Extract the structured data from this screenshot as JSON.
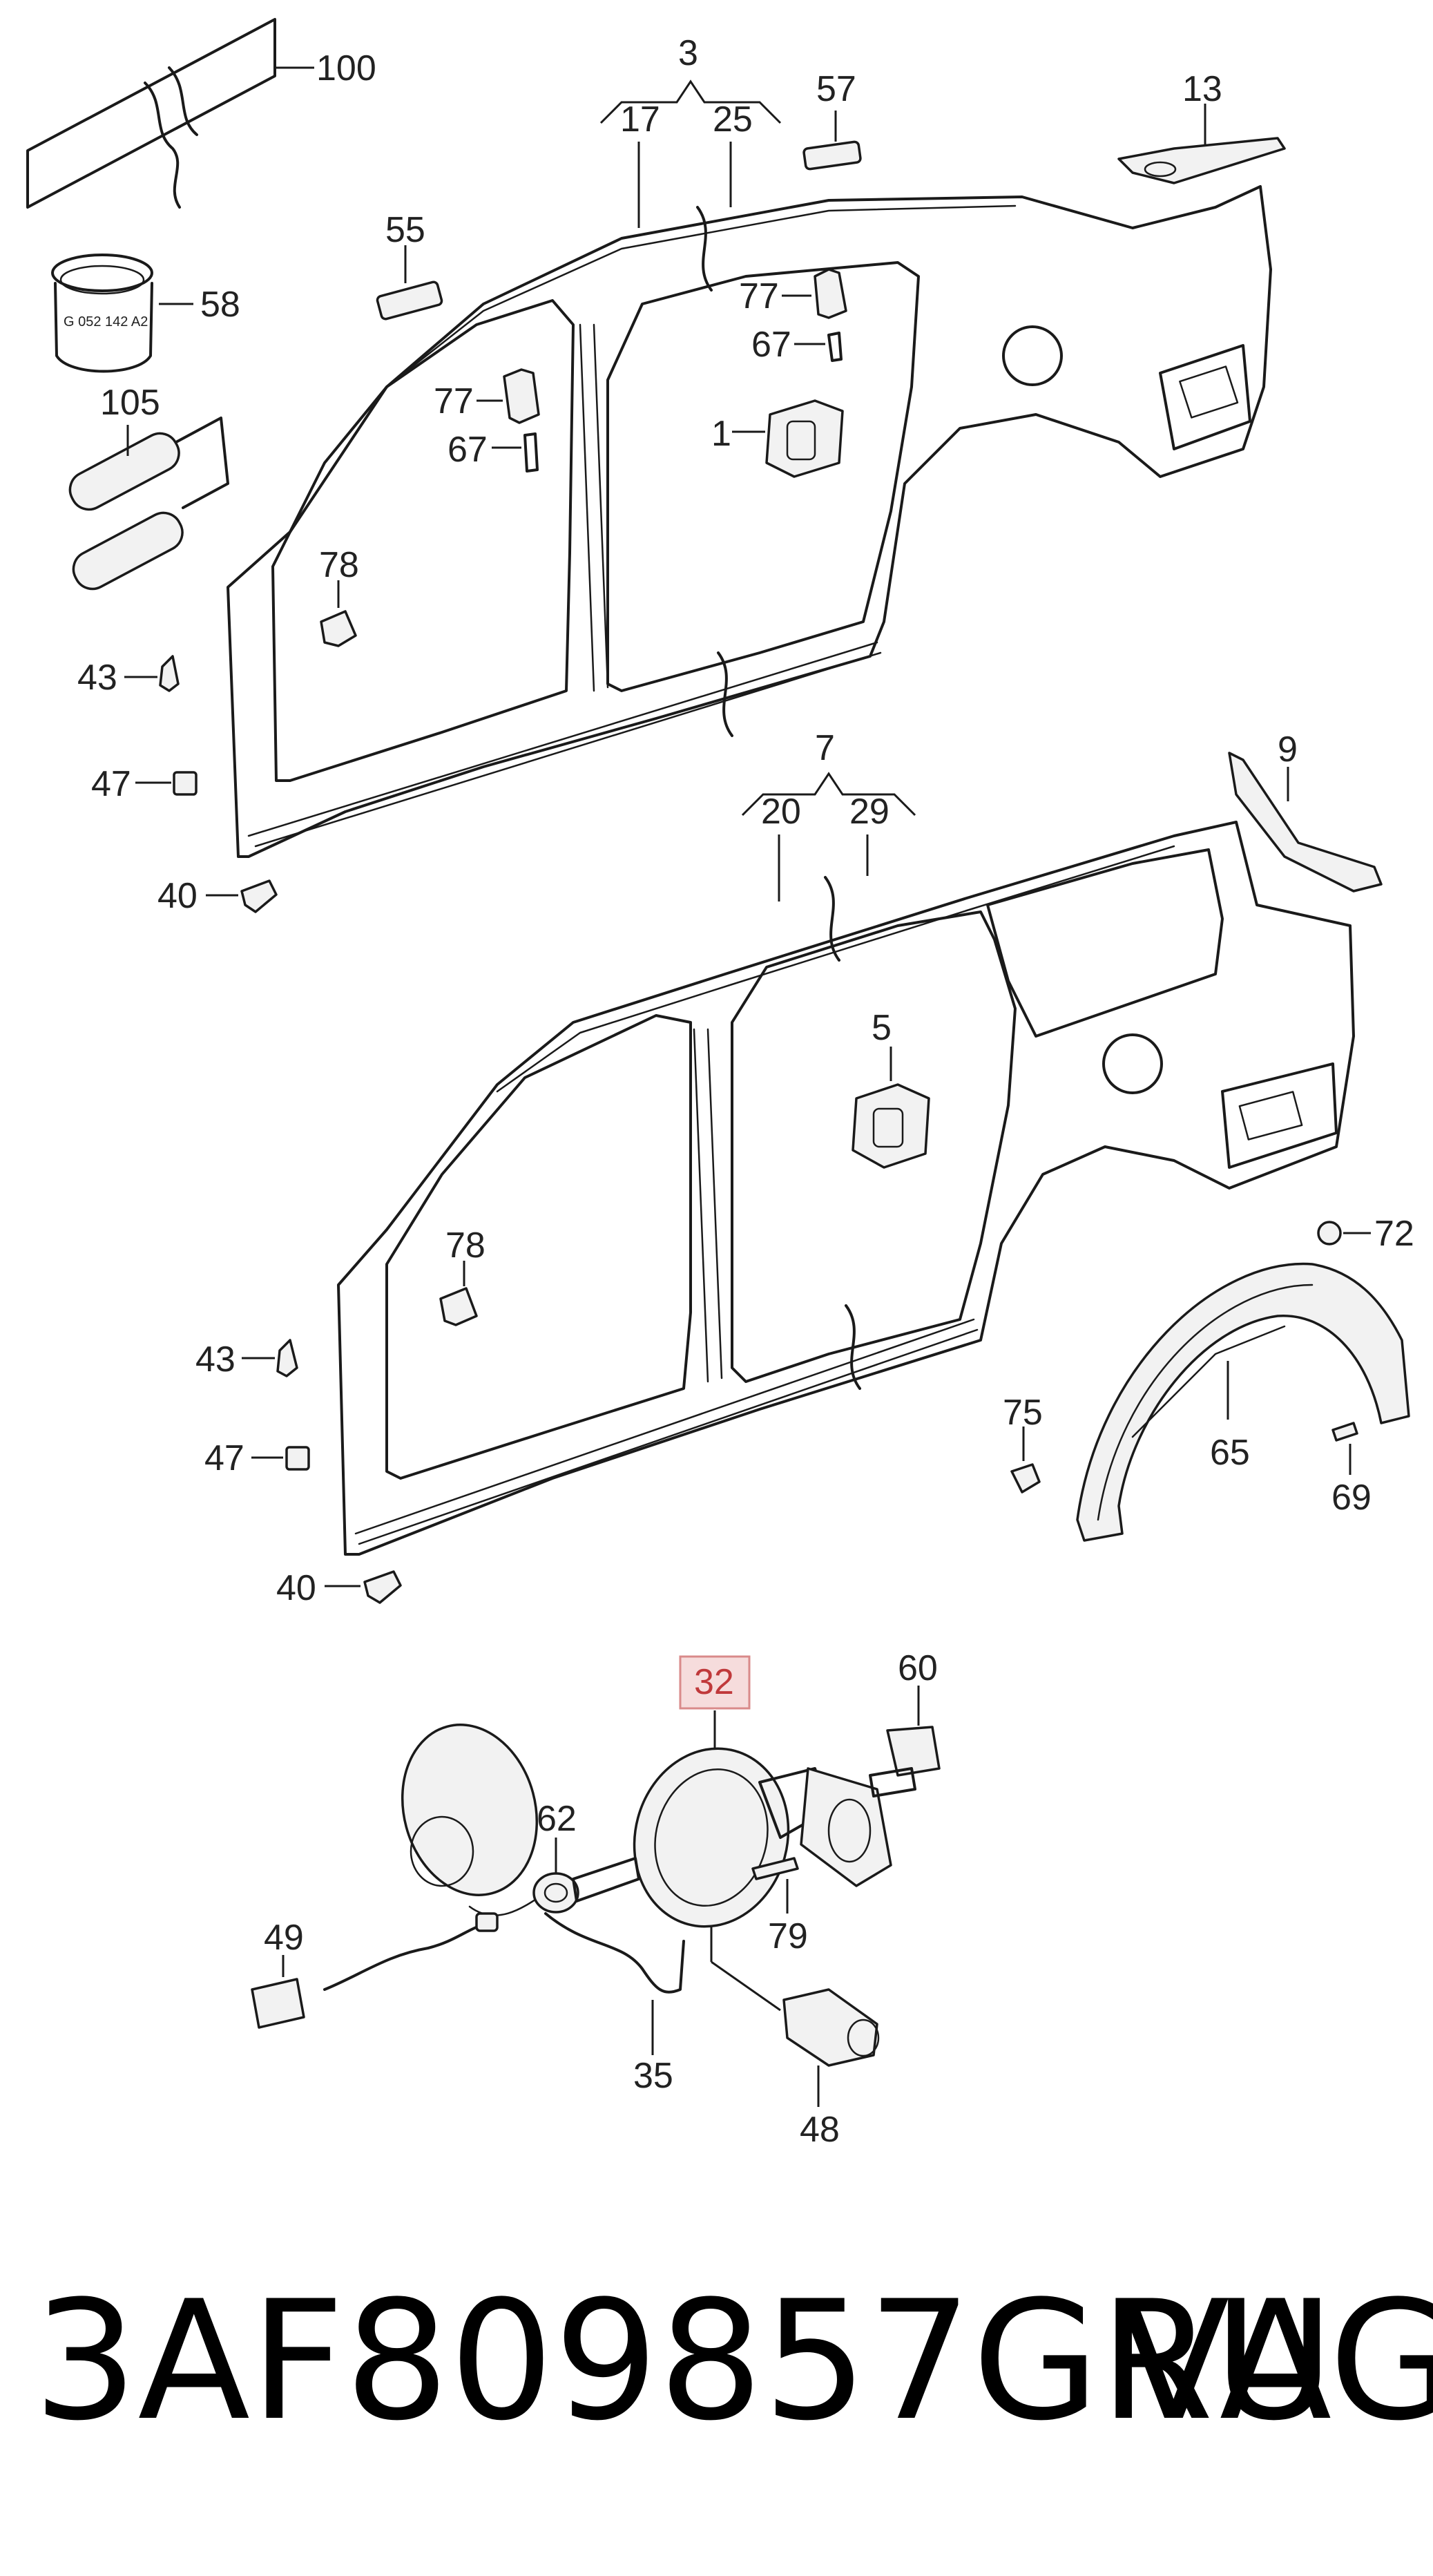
{
  "diagram": {
    "labels": {
      "l100": "100",
      "l58": "58",
      "l105": "105",
      "l3": "3",
      "l17": "17",
      "l25": "25",
      "l57": "57",
      "l13": "13",
      "l55": "55",
      "l77a": "77",
      "l67a": "67",
      "l77b": "77",
      "l67b": "67",
      "l1": "1",
      "l78a": "78",
      "l43a": "43",
      "l47a": "47",
      "l40a": "40",
      "l7": "7",
      "l20": "20",
      "l29": "29",
      "l9": "9",
      "l5": "5",
      "l78b": "78",
      "l43b": "43",
      "l47b": "47",
      "l40b": "40",
      "l72": "72",
      "l75": "75",
      "l65": "65",
      "l69": "69",
      "l32": "32",
      "l60": "60",
      "l62": "62",
      "l49": "49",
      "l79": "79",
      "l35": "35",
      "l48": "48"
    },
    "sleeve_marking": "G 052 142 A2",
    "highlighted_part": "32",
    "highlight_color": "#f6dcdc"
  },
  "footer": {
    "part_number": "3AF809857GRU",
    "brand": "VAG"
  }
}
